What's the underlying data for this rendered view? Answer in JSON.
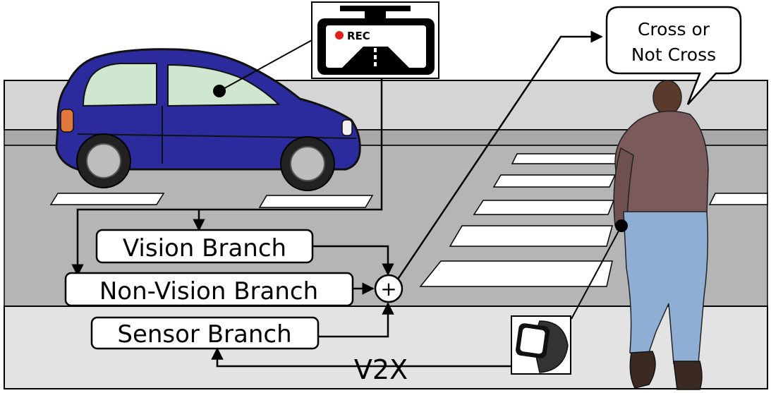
{
  "camera": {
    "rec_label": "REC"
  },
  "branches": {
    "vision": "Vision Branch",
    "non_vision": "Non-Vision Branch",
    "sensor": "Sensor Branch"
  },
  "fusion_symbol": "+",
  "speech_bubble": {
    "line1": "Cross or",
    "line2": "Not Cross"
  },
  "v2x_label": "V2X",
  "colors": {
    "road_dark": "#b5b5b5",
    "road_light": "#d8d8d8",
    "car_body": "#2b2b9e",
    "pedestrian_hoodie": "#7a5a5a",
    "pedestrian_jeans": "#8eaed4",
    "rec_dot": "#e02020"
  }
}
